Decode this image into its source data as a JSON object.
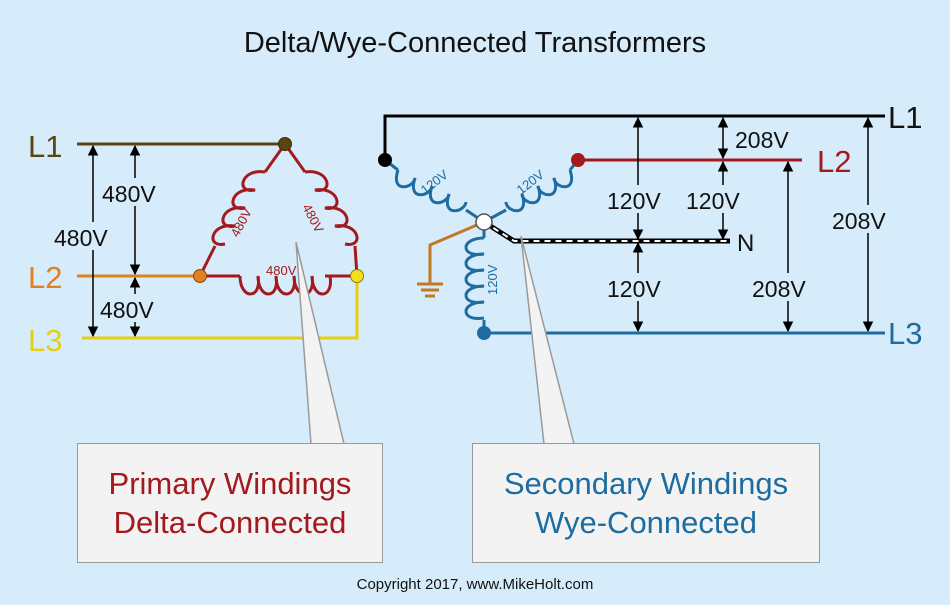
{
  "title": "Delta/Wye-Connected Transformers",
  "primary": {
    "line_labels": {
      "l1": "L1",
      "l2": "L2",
      "l3": "L3"
    },
    "voltages": {
      "l1_l2": "480V",
      "l1_l3": "480V",
      "l2_l3": "480V"
    },
    "winding_labels": {
      "left": "480V",
      "right": "480V",
      "bottom": "480V"
    },
    "callout": {
      "line1": "Primary Windings",
      "line2": "Delta-Connected"
    }
  },
  "secondary": {
    "line_labels": {
      "l1": "L1",
      "l2": "L2",
      "l3": "L3",
      "n": "N"
    },
    "voltages": {
      "l1_l2": "208V",
      "l1_l3": "208V",
      "l2_l3": "208V",
      "l1_n": "120V",
      "l2_n": "120V",
      "l3_n": "120V"
    },
    "winding_labels": {
      "left": "120V",
      "right": "120V",
      "bottom": "120V"
    },
    "callout": {
      "line1": "Secondary Windings",
      "line2": "Wye-Connected"
    }
  },
  "copyright": "Copyright 2017, www.MikeHolt.com",
  "colors": {
    "background": "#d6ecfa",
    "l1_primary": "#5c4410",
    "l2_primary": "#e0801f",
    "l3_primary": "#e6cf12",
    "winding_primary": "#a3191e",
    "l1_secondary": "#000000",
    "l2_secondary": "#a3191e",
    "l3_secondary": "#1e6ca0",
    "winding_secondary": "#1e6ca0",
    "ground": "#c07a24"
  }
}
